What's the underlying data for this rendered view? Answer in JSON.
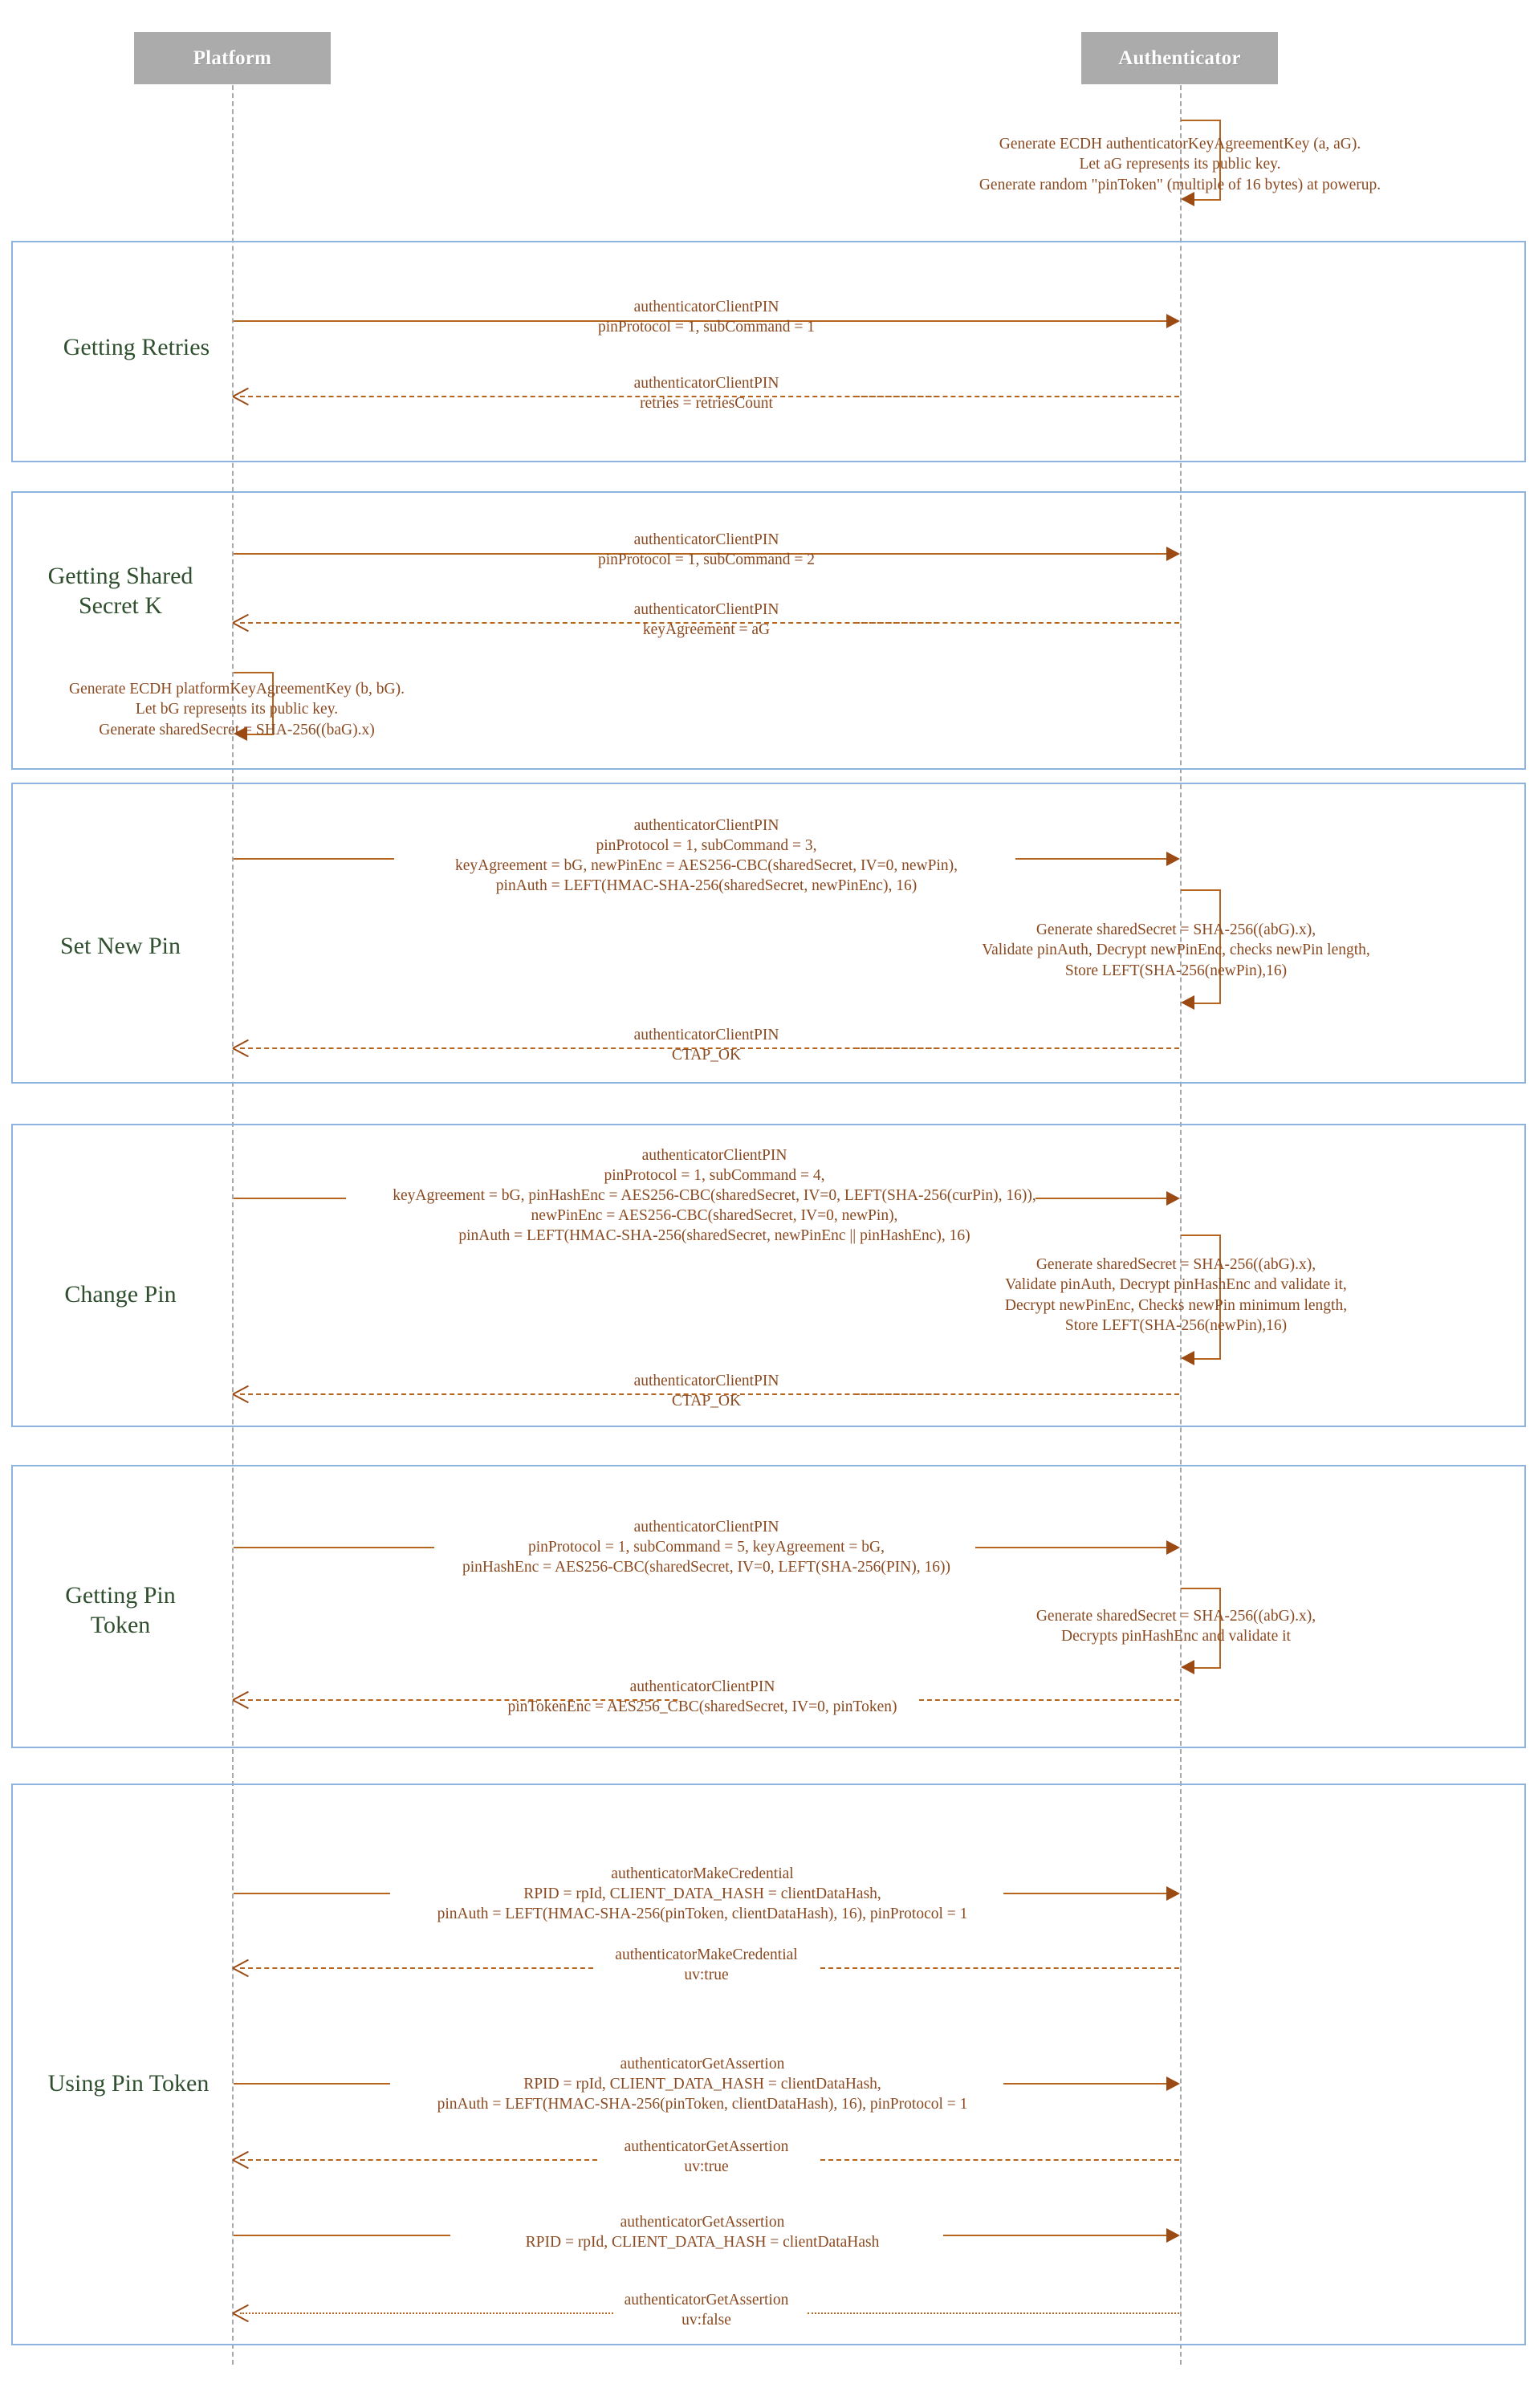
{
  "diagram": {
    "title": "CTAP2 Client PIN Protocol Sequence Diagram",
    "colors": {
      "actor_box": "#ababab",
      "actor_text": "#ffffff",
      "frame_border": "#8cb4de",
      "frame_label": "#2f4f2f",
      "message": "#8a4a21",
      "arrow": "#9c4a14",
      "lifeline": "#a9a9a9"
    }
  },
  "actors": [
    {
      "id": "platform",
      "label": "Platform"
    },
    {
      "id": "authenticator",
      "label": "Authenticator"
    }
  ],
  "preamble": {
    "self_note_lines": [
      "Generate ECDH authenticatorKeyAgreementKey (a, aG).",
      "Let aG represents its public key.",
      "Generate random \"pinToken\" (multiple of 16 bytes) at powerup."
    ]
  },
  "frames": [
    {
      "id": "getting-retries",
      "label": "Getting Retries",
      "label_lines": [
        "Getting Retries"
      ],
      "messages": [
        {
          "id": "retries-request",
          "direction": "right",
          "style": "solid",
          "lines": [
            "authenticatorClientPIN",
            "pinProtocol = 1, subCommand = 1"
          ]
        },
        {
          "id": "retries-response",
          "direction": "left",
          "style": "dashed",
          "lines": [
            "authenticatorClientPIN",
            "retries = retriesCount"
          ]
        }
      ]
    },
    {
      "id": "getting-shared-secret",
      "label": "Getting Shared Secret K",
      "label_lines": [
        "Getting Shared",
        "Secret K"
      ],
      "messages": [
        {
          "id": "shared-secret-request",
          "direction": "right",
          "style": "solid",
          "lines": [
            "authenticatorClientPIN",
            "pinProtocol = 1, subCommand = 2"
          ]
        },
        {
          "id": "shared-secret-response",
          "direction": "left",
          "style": "dashed",
          "lines": [
            "authenticatorClientPIN",
            "keyAgreement = aG"
          ]
        }
      ],
      "self_notes": [
        {
          "id": "platform-ecdh-note",
          "actor": "platform",
          "lines": [
            "Generate ECDH platformKeyAgreementKey (b, bG).",
            "Let bG represents its public key.",
            "Generate sharedSecret = SHA-256((baG).x)"
          ]
        }
      ]
    },
    {
      "id": "set-new-pin",
      "label": "Set New Pin",
      "label_lines": [
        "Set New Pin"
      ],
      "messages": [
        {
          "id": "set-new-pin-request",
          "direction": "right",
          "style": "solid",
          "lines": [
            "authenticatorClientPIN",
            "pinProtocol = 1, subCommand = 3,",
            "keyAgreement = bG, newPinEnc = AES256-CBC(sharedSecret, IV=0, newPin),",
            "pinAuth = LEFT(HMAC-SHA-256(sharedSecret, newPinEnc), 16)"
          ]
        },
        {
          "id": "set-new-pin-response",
          "direction": "left",
          "style": "dashed",
          "lines": [
            "authenticatorClientPIN",
            "CTAP_OK"
          ]
        }
      ],
      "self_notes": [
        {
          "id": "authenticator-set-pin-note",
          "actor": "authenticator",
          "lines": [
            "Generate sharedSecret = SHA-256((abG).x),",
            "Validate pinAuth, Decrypt newPinEnc, checks newPin length,",
            "Store LEFT(SHA-256(newPin),16)"
          ]
        }
      ]
    },
    {
      "id": "change-pin",
      "label": "Change Pin",
      "label_lines": [
        "Change Pin"
      ],
      "messages": [
        {
          "id": "change-pin-request",
          "direction": "right",
          "style": "solid",
          "lines": [
            "authenticatorClientPIN",
            "pinProtocol = 1, subCommand = 4,",
            "keyAgreement = bG, pinHashEnc = AES256-CBC(sharedSecret, IV=0, LEFT(SHA-256(curPin), 16)),",
            "newPinEnc = AES256-CBC(sharedSecret, IV=0, newPin),",
            "pinAuth = LEFT(HMAC-SHA-256(sharedSecret, newPinEnc || pinHashEnc), 16)"
          ]
        },
        {
          "id": "change-pin-response",
          "direction": "left",
          "style": "dashed",
          "lines": [
            "authenticatorClientPIN",
            "CTAP_OK"
          ]
        }
      ],
      "self_notes": [
        {
          "id": "authenticator-change-pin-note",
          "actor": "authenticator",
          "lines": [
            "Generate sharedSecret = SHA-256((abG).x),",
            "Validate pinAuth, Decrypt pinHashEnc and validate it,",
            "Decrypt newPinEnc, Checks newPin minimum length,",
            "Store LEFT(SHA-256(newPin),16)"
          ]
        }
      ]
    },
    {
      "id": "getting-pin-token",
      "label": "Getting Pin Token",
      "label_lines": [
        "Getting Pin",
        "Token"
      ],
      "messages": [
        {
          "id": "pin-token-request",
          "direction": "right",
          "style": "solid",
          "lines": [
            "authenticatorClientPIN",
            "pinProtocol = 1, subCommand = 5, keyAgreement = bG,",
            "pinHashEnc = AES256-CBC(sharedSecret, IV=0, LEFT(SHA-256(PIN), 16))"
          ]
        },
        {
          "id": "pin-token-response",
          "direction": "left",
          "style": "dashed",
          "lines": [
            "authenticatorClientPIN",
            "pinTokenEnc = AES256_CBC(sharedSecret, IV=0, pinToken)"
          ]
        }
      ],
      "self_notes": [
        {
          "id": "authenticator-pin-token-note",
          "actor": "authenticator",
          "lines": [
            "Generate sharedSecret = SHA-256((abG).x),",
            "Decrypts pinHashEnc and validate it"
          ]
        }
      ]
    },
    {
      "id": "using-pin-token",
      "label": "Using Pin Token",
      "label_lines": [
        "Using Pin Token"
      ],
      "messages": [
        {
          "id": "make-credential-request",
          "direction": "right",
          "style": "solid",
          "lines": [
            "authenticatorMakeCredential",
            "RPID = rpId, CLIENT_DATA_HASH = clientDataHash,",
            "pinAuth = LEFT(HMAC-SHA-256(pinToken, clientDataHash), 16), pinProtocol = 1"
          ]
        },
        {
          "id": "make-credential-response",
          "direction": "left",
          "style": "dashed",
          "lines": [
            "authenticatorMakeCredential",
            "uv:true"
          ]
        },
        {
          "id": "get-assertion-request-1",
          "direction": "right",
          "style": "solid",
          "lines": [
            "authenticatorGetAssertion",
            "RPID = rpId, CLIENT_DATA_HASH = clientDataHash,",
            "pinAuth = LEFT(HMAC-SHA-256(pinToken, clientDataHash), 16), pinProtocol = 1"
          ]
        },
        {
          "id": "get-assertion-response-1",
          "direction": "left",
          "style": "dashed",
          "lines": [
            "authenticatorGetAssertion",
            "uv:true"
          ]
        },
        {
          "id": "get-assertion-request-2",
          "direction": "right",
          "style": "solid",
          "lines": [
            "authenticatorGetAssertion",
            "RPID = rpId, CLIENT_DATA_HASH = clientDataHash"
          ]
        },
        {
          "id": "get-assertion-response-2",
          "direction": "left",
          "style": "dotted",
          "lines": [
            "authenticatorGetAssertion",
            "uv:false"
          ]
        }
      ]
    }
  ]
}
